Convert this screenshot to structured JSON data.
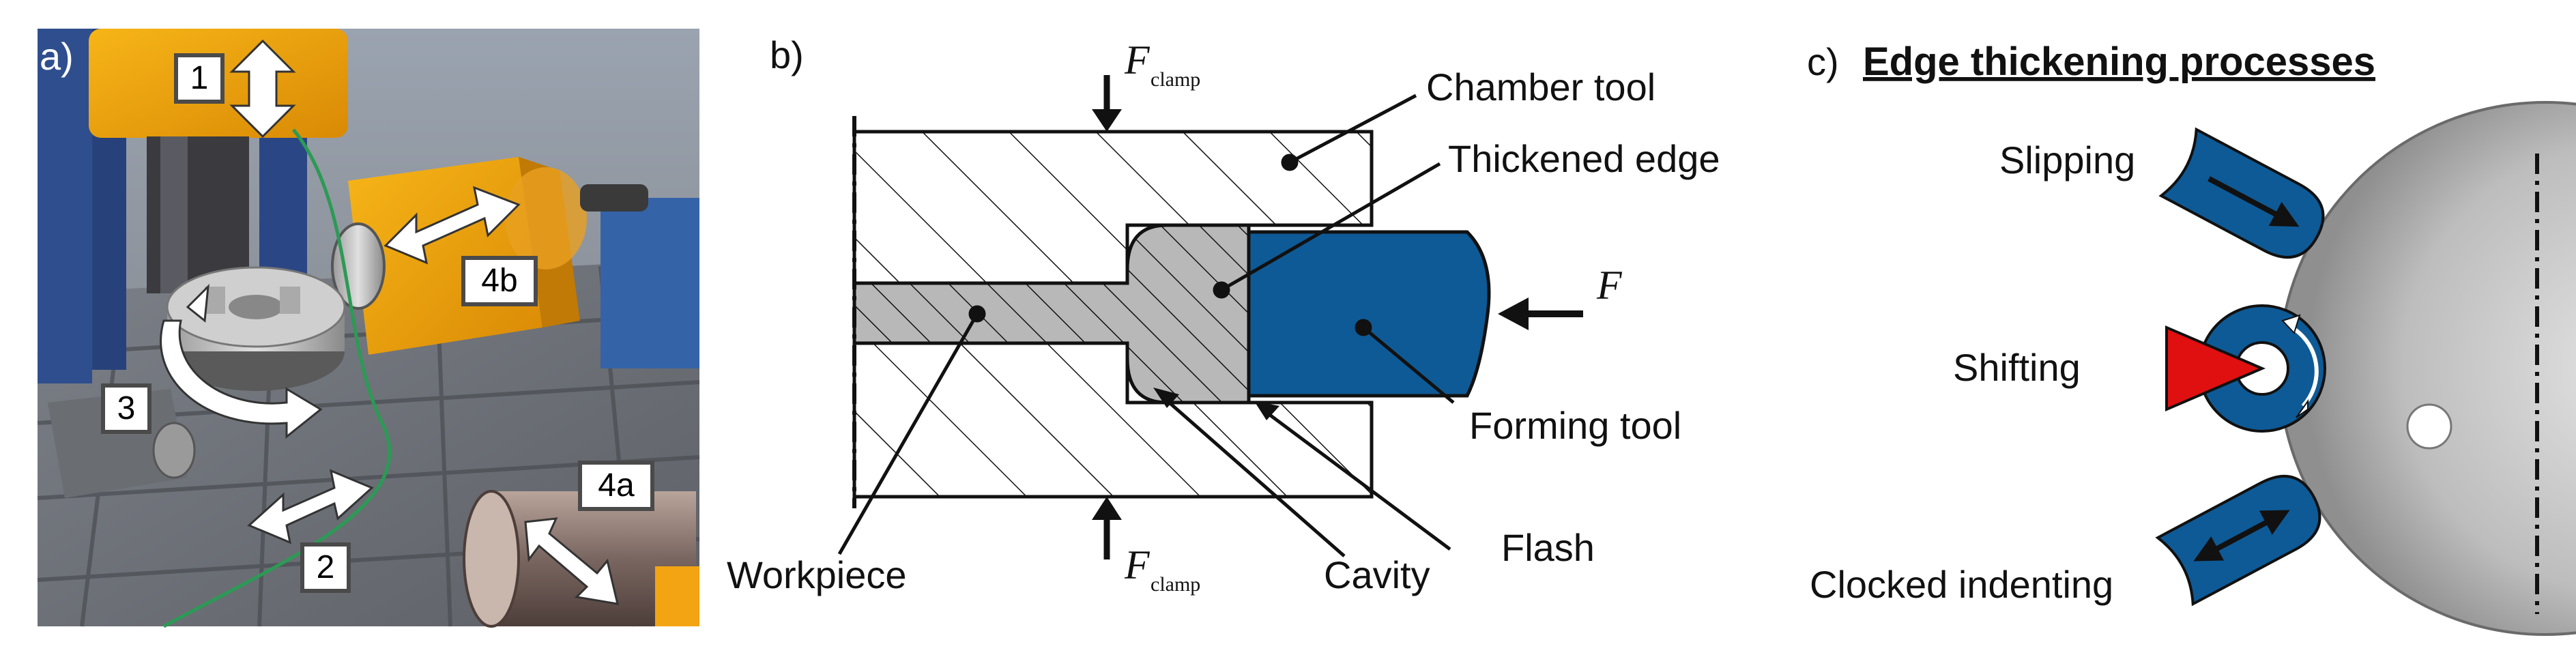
{
  "panel_a": {
    "label": "a)",
    "badges": [
      "1",
      "2",
      "3",
      "4a",
      "4b"
    ]
  },
  "panel_b": {
    "label": "b)",
    "force_top_symbol": "F",
    "force_top_sub": "clamp",
    "force_bottom_symbol": "F",
    "force_bottom_sub": "clamp",
    "force_right_symbol": "F",
    "labels": {
      "chamber_tool": "Chamber tool",
      "thickened_edge": "Thickened edge",
      "forming_tool": "Forming tool",
      "workpiece": "Workpiece",
      "cavity": "Cavity",
      "flash": "Flash"
    },
    "colors": {
      "forming_tool": "#0e5a96",
      "workpiece": "#b8b8b8"
    }
  },
  "panel_c": {
    "label": "c)",
    "title": "Edge thickening processes",
    "labels": {
      "slipping": "Slipping",
      "shifting": "Shifting",
      "clocked_indenting": "Clocked indenting"
    },
    "colors": {
      "tool": "#0e5a96",
      "wedge": "#e01010",
      "disc": "#c8c8c8"
    }
  }
}
